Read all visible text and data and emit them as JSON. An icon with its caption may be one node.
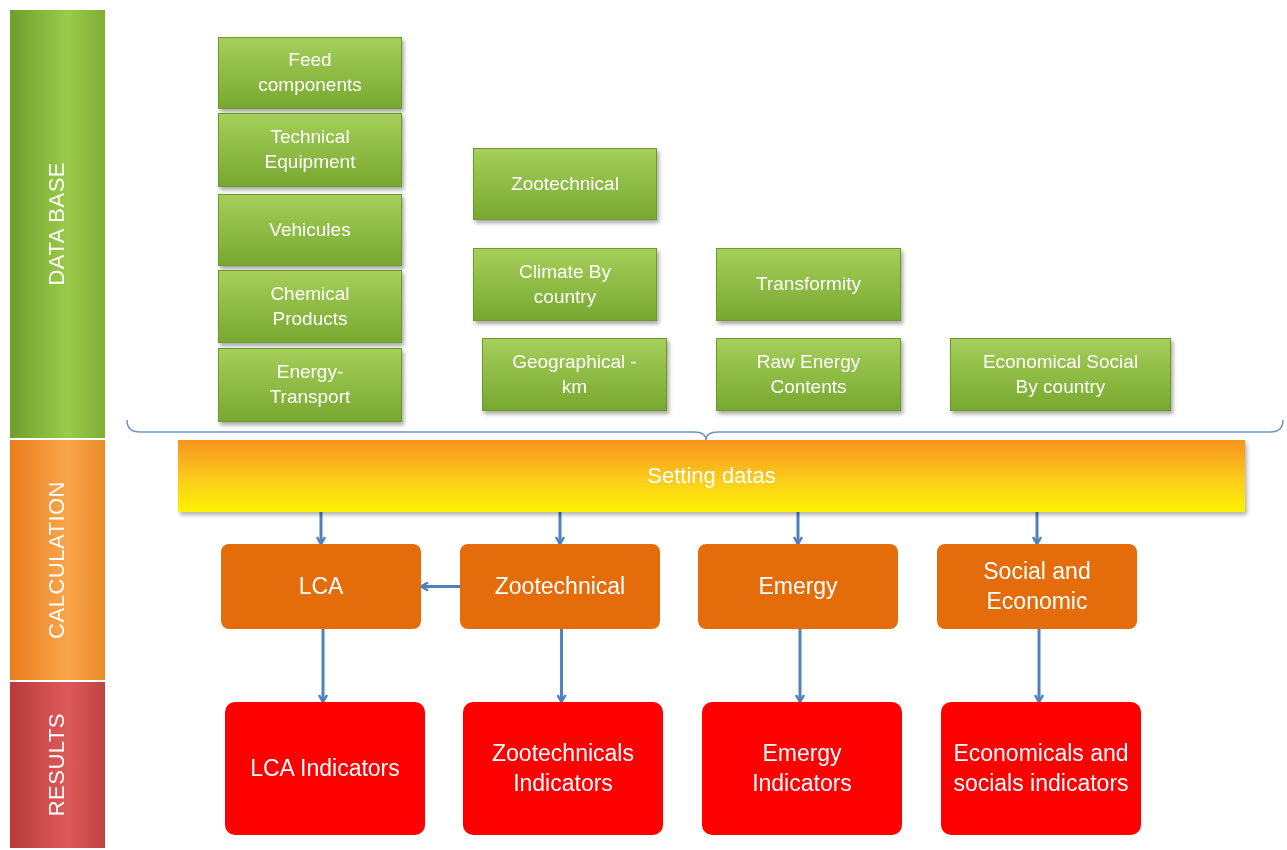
{
  "diagram": {
    "nodes": [
      {
        "text": [
          "DATA BASE"
        ]
      },
      {
        "text": [
          "CALCULATION"
        ]
      },
      {
        "text": [
          "RESULTS"
        ]
      },
      {
        "text": [
          "Feed components"
        ]
      },
      {
        "text": [
          "Technical Equipment"
        ]
      },
      {
        "text": [
          "Vehicules"
        ]
      },
      {
        "text": [
          "Chemical Products"
        ]
      },
      {
        "text": [
          "Energy- Transport"
        ]
      },
      {
        "text": [
          "Zootechnical"
        ]
      },
      {
        "text": [
          "Climate By country"
        ]
      },
      {
        "text": [
          "Transformity"
        ]
      },
      {
        "text": [
          "Geographical - km"
        ]
      },
      {
        "text": [
          "Raw Energy Contents"
        ]
      },
      {
        "text": [
          "Economical Social By country"
        ]
      },
      {
        "text": [
          "Setting datas"
        ]
      },
      {
        "text": [
          "LCA"
        ]
      },
      {
        "text": [
          "Zootechnical"
        ]
      },
      {
        "text": [
          "Emergy"
        ]
      },
      {
        "text": [
          "Social and Economic"
        ]
      },
      {
        "text": [
          "LCA Indicators"
        ]
      },
      {
        "text": [
          "Zootechnicals Indicators"
        ]
      },
      {
        "text": [
          "Emergy Indicators"
        ]
      },
      {
        "text": [
          "Economicals and socials indicators"
        ]
      }
    ],
    "edges": [
      {
        "from": 14,
        "to": 15,
        "arrow": "to"
      },
      {
        "from": 14,
        "to": 16,
        "arrow": "to"
      },
      {
        "from": 14,
        "to": 17,
        "arrow": "to"
      },
      {
        "from": 14,
        "to": 18,
        "arrow": "to"
      },
      {
        "from": 16,
        "to": 15,
        "arrow": "to"
      },
      {
        "from": 15,
        "to": 19,
        "arrow": "to"
      },
      {
        "from": 16,
        "to": 20,
        "arrow": "to"
      },
      {
        "from": 17,
        "to": 21,
        "arrow": "to"
      },
      {
        "from": 18,
        "to": 22,
        "arrow": "to"
      }
    ]
  }
}
